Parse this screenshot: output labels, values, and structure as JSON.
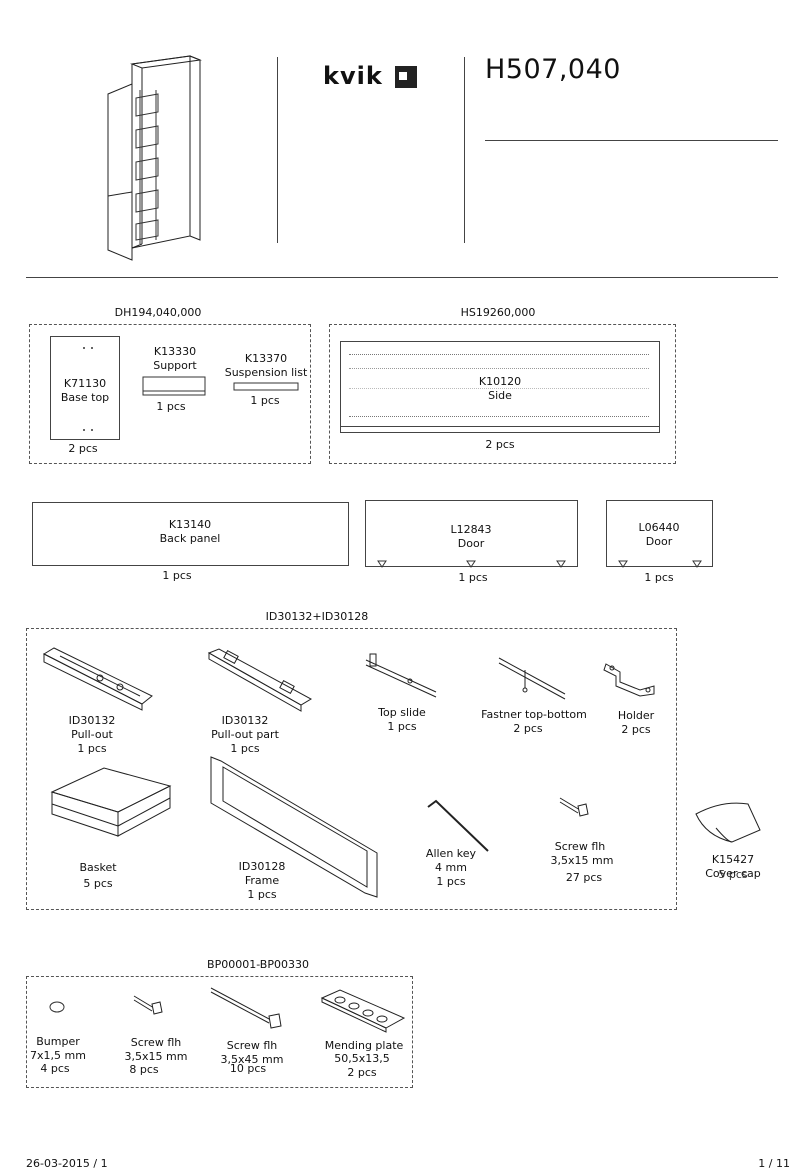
{
  "brand": {
    "name": "kvik"
  },
  "header": {
    "product_code": "H507,040"
  },
  "group1": {
    "code": "DH194,040,000",
    "base_top": {
      "code": "K71130",
      "name": "Base top",
      "qty": "2 pcs"
    },
    "support": {
      "code": "K13330",
      "name": "Support",
      "qty": "1 pcs"
    },
    "suspension": {
      "code": "K13370",
      "name": "Suspension list",
      "qty": "1 pcs"
    }
  },
  "group2": {
    "code": "HS19260,000",
    "side": {
      "code": "K10120",
      "name": "Side",
      "qty": "2 pcs"
    }
  },
  "panels": {
    "back": {
      "code": "K13140",
      "name": "Back panel",
      "qty": "1 pcs"
    },
    "door_large": {
      "code": "L12843",
      "name": "Door",
      "qty": "1 pcs"
    },
    "door_small": {
      "code": "L06440",
      "name": "Door",
      "qty": "1 pcs"
    }
  },
  "group3": {
    "code": "ID30132+ID30128",
    "pullout": {
      "code": "ID30132",
      "name": "Pull-out",
      "qty": "1 pcs"
    },
    "pullout_part": {
      "code": "ID30132",
      "name": "Pull-out part",
      "qty": "1 pcs"
    },
    "top_slide": {
      "name": "Top slide",
      "qty": "1 pcs"
    },
    "fastner": {
      "name": "Fastner top-bottom",
      "qty": "2 pcs"
    },
    "holder": {
      "name": "Holder",
      "qty": "2 pcs"
    },
    "basket": {
      "name": "Basket",
      "qty": "5 pcs"
    },
    "frame": {
      "code": "ID30128",
      "name": "Frame",
      "qty": "1 pcs"
    },
    "allen_key": {
      "name": "Allen key",
      "size": "4 mm",
      "qty": "1 pcs"
    },
    "screw": {
      "name": "Screw flh",
      "size": "3,5x15 mm",
      "qty": "27 pcs"
    }
  },
  "cover_cap": {
    "code": "K15427",
    "name": "Cover cap",
    "qty": "5 pcs"
  },
  "group4": {
    "code": "BP00001-BP00330",
    "bumper": {
      "name": "Bumper",
      "size": "7x1,5 mm",
      "qty": "4 pcs"
    },
    "screw_short": {
      "name": "Screw flh",
      "size": "3,5x15 mm",
      "qty": "8 pcs"
    },
    "screw_long": {
      "name": "Screw flh",
      "size": "3,5x45 mm",
      "qty": "10 pcs"
    },
    "mending_plate": {
      "name": "Mending plate",
      "size": "50,5x13,5",
      "qty": "2 pcs"
    }
  },
  "footer": {
    "date_page": "26-03-2015 / 1",
    "page_of": "1 / 11"
  }
}
